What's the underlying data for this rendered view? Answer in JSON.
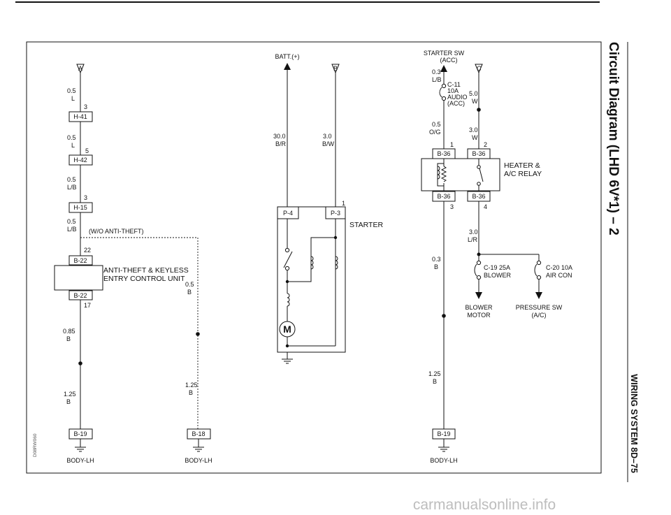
{
  "page": {
    "title": "Circuit Diagram (LHD 6V*1) – 2",
    "header": "WIRING SYSTEM    8D–75",
    "figure_code": "D08RW060",
    "watermark": "carmanualsonline.info"
  },
  "terminals": {
    "a": "A",
    "b": "B",
    "c": "C"
  },
  "sources": {
    "batt": "BATT.(+)",
    "starter_sw_1": "STARTER SW",
    "starter_sw_2": "(ACC)"
  },
  "connectors": {
    "h41": "H-41",
    "h42": "H-42",
    "h15": "H-15",
    "b22_top": "B-22",
    "b22_bot": "B-22",
    "b19_left": "B-19",
    "b18": "B-18",
    "b19_right": "B-19",
    "p4": "P-4",
    "p3": "P-3",
    "b36_tl": "B-36",
    "b36_tr": "B-36",
    "b36_bl": "B-36",
    "b36_br": "B-36"
  },
  "pins": {
    "h41": "3",
    "h42": "5",
    "h15": "3",
    "b22_top": "22",
    "b22_bot": "17",
    "p3": "1",
    "b36_1": "1",
    "b36_2": "2",
    "b36_3": "3",
    "b36_4": "4"
  },
  "wires": {
    "a1_size": "0.5",
    "a1_color": "L",
    "a2_size": "0.5",
    "a2_color": "L",
    "a3_size": "0.5",
    "a3_color": "L/B",
    "a4_size": "0.5",
    "a4_color": "L/B",
    "a5_size": "0.85",
    "a5_color": "B",
    "a6_size": "1.25",
    "a6_color": "B",
    "d1_size": "0.5",
    "d1_color": "B",
    "d2_size": "1.25",
    "d2_color": "B",
    "batt_size": "30.0",
    "batt_color": "B/R",
    "b_size": "3.0",
    "b_color": "B/W",
    "sw_size": "0.3",
    "sw_color": "L/B",
    "og_size": "0.5",
    "og_color": "O/G",
    "c1_size": "5.0",
    "c1_color": "W",
    "c2_size": "3.0",
    "c2_color": "W",
    "lr_size": "3.0",
    "lr_color": "L/R",
    "r3_size": "0.3",
    "r3_color": "B",
    "r4_size": "1.25",
    "r4_color": "B"
  },
  "labels": {
    "wo_antitheft": "(W/O ANTI-THEFT)",
    "ecu_1": "ANTI-THEFT & KEYLESS",
    "ecu_2": "ENTRY CONTROL UNIT",
    "starter": "STARTER",
    "motor": "M",
    "relay_1": "HEATER &",
    "relay_2": "A/C RELAY",
    "fuse_c11_1": "C-11",
    "fuse_c11_2": "10A",
    "fuse_c11_3": "AUDIO",
    "fuse_c11_4": "(ACC)",
    "fuse_c19_1": "C-19 25A",
    "fuse_c19_2": "BLOWER",
    "fuse_c20_1": "C-20 10A",
    "fuse_c20_2": "AIR CON",
    "blower_1": "BLOWER",
    "blower_2": "MOTOR",
    "psw_1": "PRESSURE SW",
    "psw_2": "(A/C)",
    "ground_1": "BODY-LH",
    "ground_2": "BODY-LH",
    "ground_3": "BODY-LH"
  }
}
